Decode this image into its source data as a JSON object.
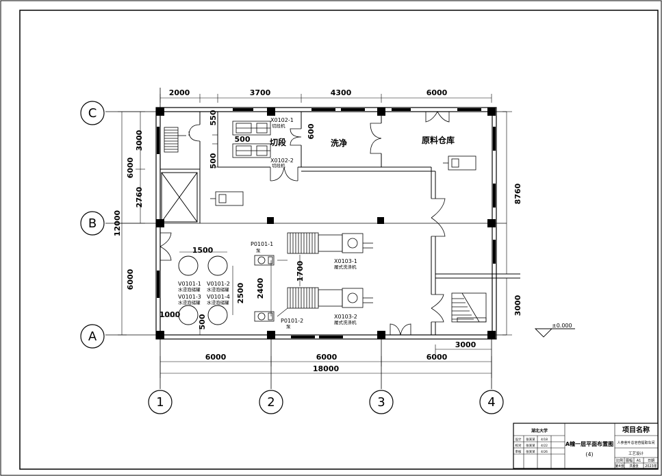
{
  "axes": {
    "rows": [
      "C",
      "B",
      "A"
    ],
    "cols": [
      "1",
      "2",
      "3",
      "4"
    ]
  },
  "dims": {
    "top": [
      "2000",
      "3700",
      "4300",
      "6000"
    ],
    "left_outer": [
      "6000",
      "12000",
      "6000"
    ],
    "left_inner": [
      "3000",
      "2760"
    ],
    "right": [
      "8760",
      "3000"
    ],
    "bottom_span": [
      "6000",
      "6000",
      "6000"
    ],
    "bottom_total": "18000",
    "stair_width": "3000",
    "misc": {
      "d550": "550",
      "d500a": "500",
      "d600": "600",
      "d500b": "500",
      "d1500": "1500",
      "d1000": "1000",
      "d500c": "500",
      "d2500": "2500",
      "d2400": "2400",
      "d1700": "1700"
    }
  },
  "rooms": {
    "cut": "切段",
    "wash": "洗净",
    "raw": "原料仓库"
  },
  "equipment": {
    "x0102_1": {
      "tag": "X0102-1",
      "name": "切段机"
    },
    "x0102_2": {
      "tag": "X0102-2",
      "name": "切段机"
    },
    "p0101_1": {
      "tag": "P0101-1",
      "name": "泵"
    },
    "p0101_2": {
      "tag": "P0101-2",
      "name": "泵"
    },
    "x0103_1": {
      "tag": "X0103-1",
      "name": "履式洗涤机"
    },
    "x0103_2": {
      "tag": "X0103-2",
      "name": "履式洗涤机"
    },
    "v0101_1": {
      "tag": "V0101-1",
      "name": "水浸泡储罐"
    },
    "v0101_2": {
      "tag": "V0101-2",
      "name": "水浸泡储罐"
    },
    "v0101_3": {
      "tag": "V0101-3",
      "name": "水浸泡储罐"
    },
    "v0101_4": {
      "tag": "V0101-4",
      "name": "水浸泡储罐"
    }
  },
  "level": "±0.000",
  "title_block": {
    "school": "湖北大学",
    "project_label": "项目名称",
    "drawing_title": "A幢一层平面布置图",
    "drawing_no": "(4)",
    "project_name": "人参茎叶总皂苷提取车间",
    "design_stage": "工艺设计",
    "role_1": "设计",
    "role_2": "校对",
    "role_3": "审核",
    "name_1": "张某某",
    "name_2": "张某某",
    "name_3": "张某某",
    "date_1": "4/18",
    "date_2": "4/22",
    "date_3": "4/26",
    "scale": "比例",
    "sheet": "图幅",
    "sheet_val": "A1",
    "date_head": "日期",
    "date_val": "2023年",
    "page": "第4张",
    "total": "共4张"
  },
  "colors": {
    "line": "#000000",
    "bg": "#ffffff"
  }
}
